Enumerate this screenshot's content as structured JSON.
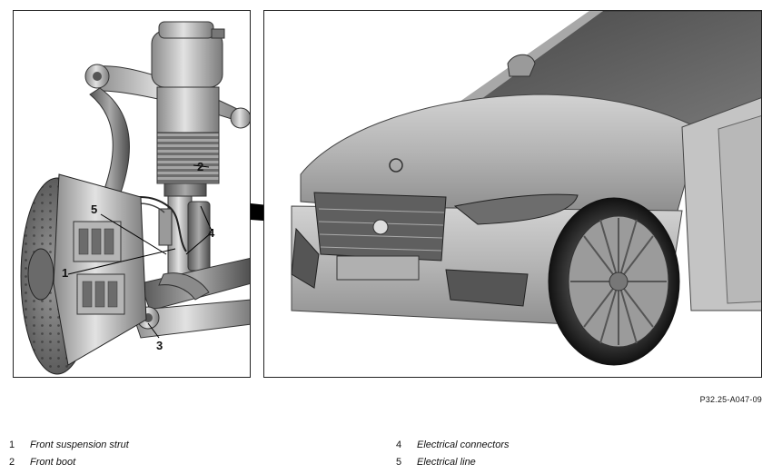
{
  "figure": {
    "reference": "P32.25-A047-09",
    "callouts": [
      "1",
      "2",
      "3",
      "4",
      "5"
    ]
  },
  "legend": [
    {
      "number": "1",
      "text": "Front suspension strut"
    },
    {
      "number": "2",
      "text": "Front boot"
    },
    {
      "number": "4",
      "text": "Electrical connectors"
    },
    {
      "number": "5",
      "text": "Electrical line"
    }
  ]
}
